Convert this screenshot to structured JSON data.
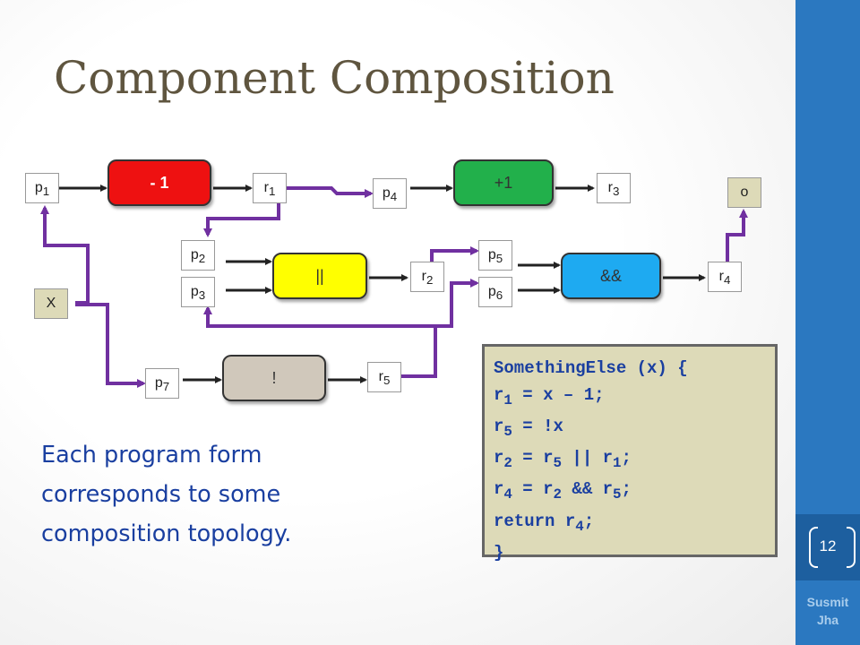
{
  "slide": {
    "title": "Component Composition",
    "caption_lines": [
      "Each program form",
      "corresponds to some",
      "composition topology."
    ],
    "page_number": "12",
    "author_lines": [
      "Susmit",
      "Jha"
    ]
  },
  "diagram": {
    "input_label": "X",
    "output_label": "o",
    "ops": {
      "minus_one": "- 1",
      "plus_one": "+1",
      "or": "||",
      "and": "&&",
      "not": "!"
    },
    "ports": {
      "p1": {
        "base": "p",
        "sub": "1"
      },
      "p2": {
        "base": "p",
        "sub": "2"
      },
      "p3": {
        "base": "p",
        "sub": "3"
      },
      "p4": {
        "base": "p",
        "sub": "4"
      },
      "p5": {
        "base": "p",
        "sub": "5"
      },
      "p6": {
        "base": "p",
        "sub": "6"
      },
      "p7": {
        "base": "p",
        "sub": "7"
      },
      "r1": {
        "base": "r",
        "sub": "1"
      },
      "r2": {
        "base": "r",
        "sub": "2"
      },
      "r3": {
        "base": "r",
        "sub": "3"
      },
      "r4": {
        "base": "r",
        "sub": "4"
      },
      "r5": {
        "base": "r",
        "sub": "5"
      }
    },
    "colors": {
      "minus_one": "#ee1111",
      "plus_one": "#22b04b",
      "or": "#ffff00",
      "and": "#1eaaf1",
      "not": "#d0c8bb",
      "io_box": "#dddab8",
      "wire_black": "#222222",
      "wire_purple": "#7030a0"
    }
  },
  "code": {
    "line1": "SomethingElse (x) {",
    "line2": {
      "a": "r",
      "a_sub": "1",
      "rest": " = x – 1;"
    },
    "line3": {
      "a": "r",
      "a_sub": "5",
      "rest": " = !x"
    },
    "line4": {
      "a": "r",
      "a_sub": "2",
      "mid1": " = r",
      "b_sub": "5",
      "mid2": " || r",
      "c_sub": "1",
      "end": ";"
    },
    "line5": {
      "a": "r",
      "a_sub": "4",
      "mid1": " = r",
      "b_sub": "2",
      "mid2": " && r",
      "c_sub": "5",
      "end": ";"
    },
    "line6": {
      "a": "return r",
      "a_sub": "4",
      "rest": ";"
    },
    "line7": "}"
  }
}
